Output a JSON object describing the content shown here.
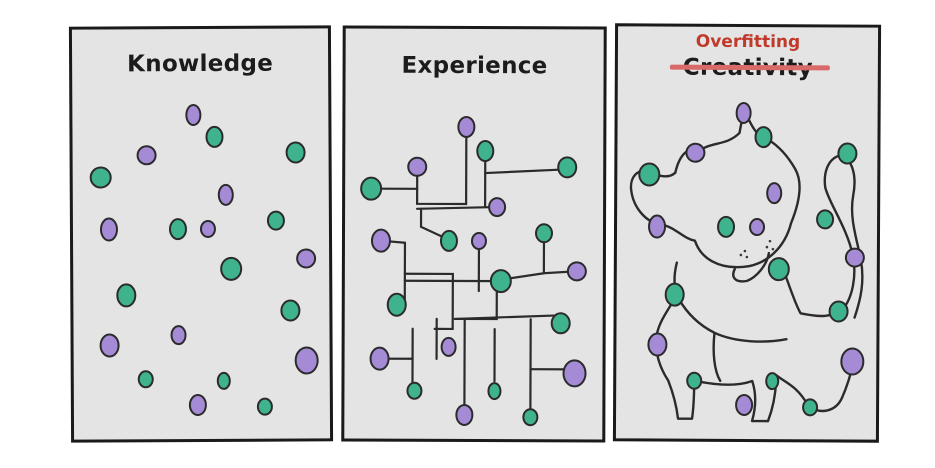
{
  "panels": [
    {
      "title": "Knowledge"
    },
    {
      "title": "Experience"
    },
    {
      "title": "Creativity",
      "replacement": "Overfitting"
    }
  ],
  "colors": {
    "green": "#3fb38e",
    "purple": "#a58bd6",
    "outline": "#2b2b2b",
    "panel": "#e4e4e4",
    "replacement_text": "#c0392b",
    "strike": "#d96a6a"
  }
}
